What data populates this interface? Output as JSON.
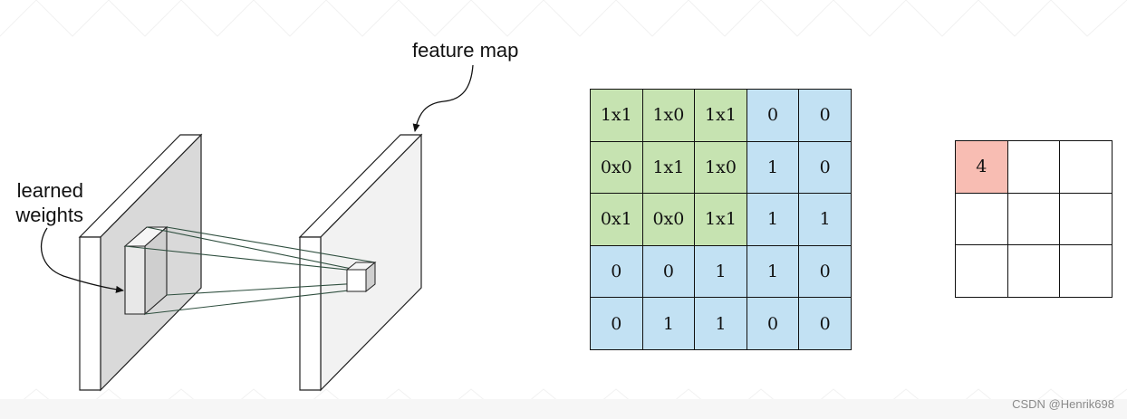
{
  "labels": {
    "feature_map": "feature map",
    "learned_weights_line1": "learned",
    "learned_weights_line2": "weights"
  },
  "input_matrix": [
    [
      "1x1",
      "1x0",
      "1x1",
      "0",
      "0"
    ],
    [
      "0x0",
      "1x1",
      "1x0",
      "1",
      "0"
    ],
    [
      "0x1",
      "0x0",
      "1x1",
      "1",
      "1"
    ],
    [
      "0",
      "0",
      "1",
      "1",
      "0"
    ],
    [
      "0",
      "1",
      "1",
      "0",
      "0"
    ]
  ],
  "kernel_size": 3,
  "output_matrix": [
    [
      "4",
      "",
      ""
    ],
    [
      "",
      "",
      ""
    ],
    [
      "",
      "",
      ""
    ]
  ],
  "colors": {
    "kernel_cells": "#c6e3b1",
    "other_cells": "#c2e1f3",
    "output_highlight": "#f8bdb3"
  },
  "watermark": "CSDN @Henrik698"
}
